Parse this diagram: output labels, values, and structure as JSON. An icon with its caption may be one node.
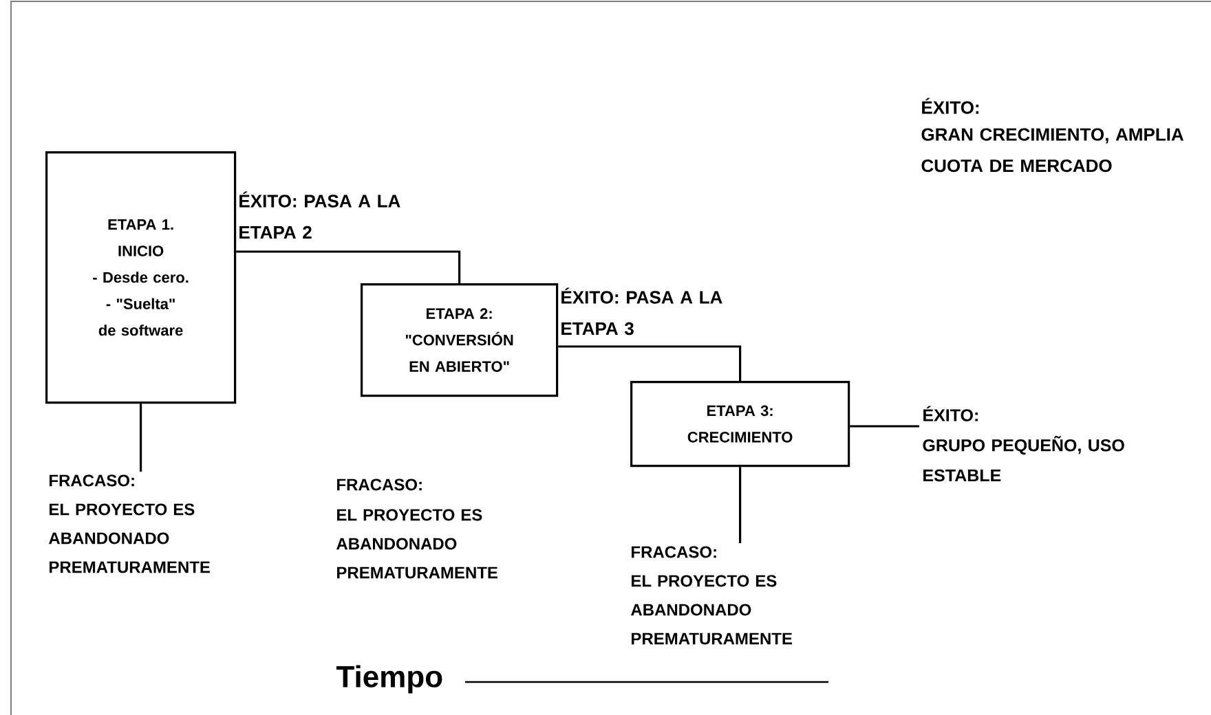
{
  "diagram": {
    "nodes": [
      {
        "text": [
          "ETAPA 1.",
          "INICIO",
          "- Desde cero.",
          "- \"Suelta\" de software"
        ]
      },
      {
        "text": [
          "ETAPA 2:",
          "\"CONVERSIÓN EN ABIERTO\""
        ]
      },
      {
        "text": [
          "ETAPA 3:",
          "CRECIMIENTO"
        ]
      },
      {
        "text": [
          "FRACASO:",
          "EL PROYECTO ES ABANDONADO PREMATURAMENTE"
        ]
      },
      {
        "text": [
          "FRACASO:",
          "EL PROYECTO ES ABANDONADO PREMATURAMENTE"
        ]
      },
      {
        "text": [
          "ÉXITO:",
          "GRUPO PEQUEÑO, USO ESTABLE"
        ]
      }
    ],
    "edges": [
      {
        "from": 0,
        "to": 1,
        "arrow": "none",
        "label": "ÉXITO: PASA A LA ETAPA 2"
      },
      {
        "from": 1,
        "to": 2,
        "arrow": "none",
        "label": "ÉXITO: PASA A LA ETAPA 3"
      },
      {
        "from": 0,
        "to": 3,
        "arrow": "none"
      },
      {
        "from": 2,
        "to": 4,
        "arrow": "none"
      },
      {
        "from": 2,
        "to": 5,
        "arrow": "none"
      }
    ],
    "labels": [
      "ÉXITO:",
      "GRAN CRECIMIENTO, AMPLIA CUOTA DE MERCADO",
      "FRACASO:",
      "EL PROYECTO ES ABANDONADO PREMATURAMENTE",
      "Tiempo"
    ]
  }
}
